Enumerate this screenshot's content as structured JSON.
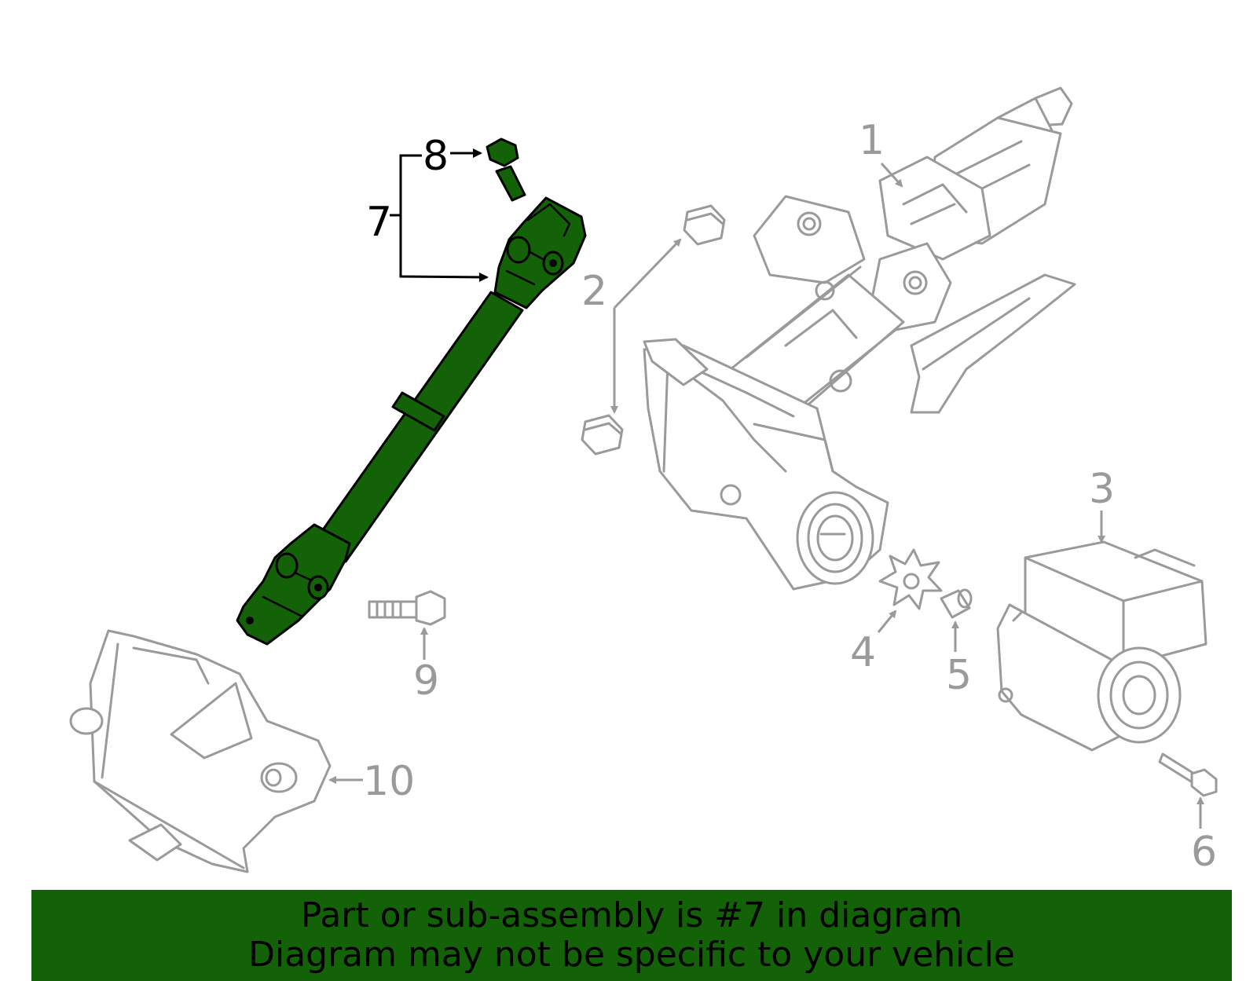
{
  "diagram": {
    "callouts": {
      "c1": "1",
      "c2": "2",
      "c3": "3",
      "c4": "4",
      "c5": "5",
      "c6": "6",
      "c7": "7",
      "c8": "8",
      "c9": "9",
      "c10": "10"
    },
    "highlighted_part": "7",
    "colors": {
      "highlight": "#136207",
      "ghost": "#9a9a9a",
      "callout_highlight": "#000000"
    }
  },
  "banner": {
    "line1": "Part or sub-assembly is #7 in diagram",
    "line2": "Diagram may not be specific to your vehicle"
  }
}
